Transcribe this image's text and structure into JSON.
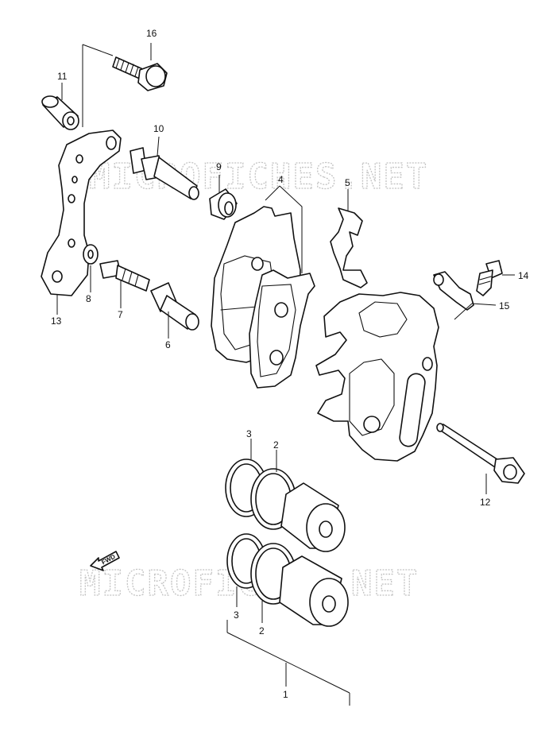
{
  "watermark": {
    "top": "MICROFICHES.NET",
    "bottom": "MICROFICHES.NET"
  },
  "direction_marker": "FWD",
  "callouts": {
    "c1": "1",
    "c2a": "2",
    "c2b": "2",
    "c3a": "3",
    "c3b": "3",
    "c4": "4",
    "c5": "5",
    "c6": "6",
    "c7": "7",
    "c8": "8",
    "c9": "9",
    "c10": "10",
    "c11": "11",
    "c12": "12",
    "c13": "13",
    "c14": "14",
    "c15": "15",
    "c16": "16"
  }
}
